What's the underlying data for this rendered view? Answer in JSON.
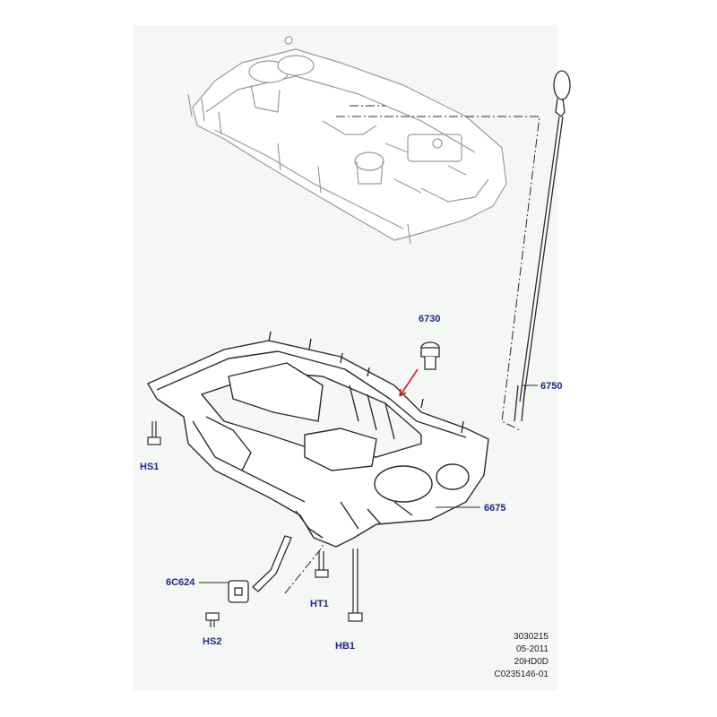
{
  "colors": {
    "sheet_background": "#f4f7f4",
    "callout_text": "#1f2a8a",
    "line_art": "#2b2b2b",
    "highlight_arrow": "#d42020"
  },
  "callouts": {
    "c6730": "6730",
    "c6750": "6750",
    "c6675": "6675",
    "hs1": "HS1",
    "c6c624": "6C624",
    "hs2": "HS2",
    "ht1": "HT1",
    "hb1": "HB1"
  },
  "info_block": {
    "line1": "3030215",
    "line2": "05-2011",
    "line3": "20HD0D",
    "line4": "C0235146-01"
  }
}
